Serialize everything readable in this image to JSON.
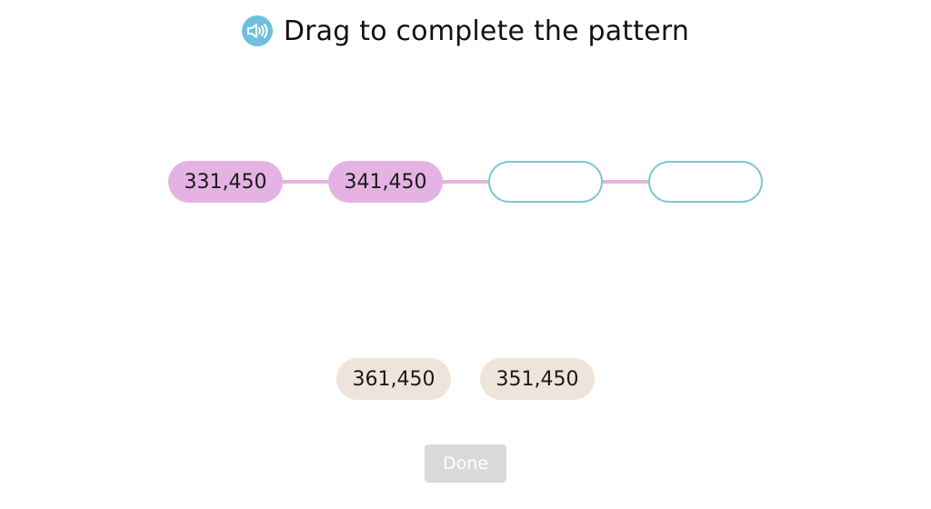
{
  "header": {
    "title": "Drag to complete the pattern",
    "speaker_icon": "speaker-icon",
    "speaker_color": "#6ec0de"
  },
  "pattern": {
    "given": [
      "331,450",
      "341,450"
    ],
    "blank_slots": 2,
    "filled_color": "#e4b3e4",
    "slot_border_color": "#82c3d6"
  },
  "options": {
    "items": [
      "361,450",
      "351,450"
    ],
    "color": "#efe4da"
  },
  "done_button": {
    "label": "Done",
    "state": "disabled",
    "color": "#d9d9d9"
  }
}
